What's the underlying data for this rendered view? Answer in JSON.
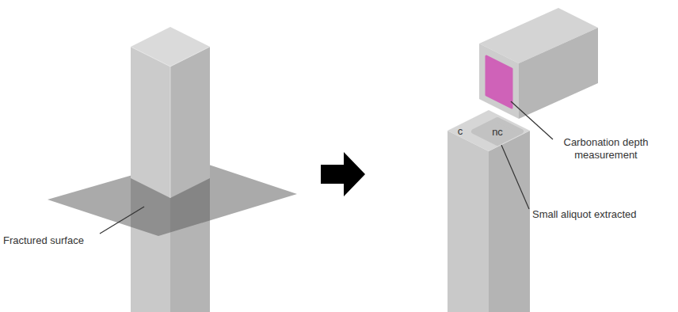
{
  "diagram": {
    "nodes": [
      {
        "text": [
          "c"
        ]
      },
      {
        "text": [
          "nc"
        ],
        "in": 0
      }
    ],
    "labels": [
      "Fractured surface",
      "Carbonation depth measurement",
      "Small aliquot extracted"
    ]
  }
}
